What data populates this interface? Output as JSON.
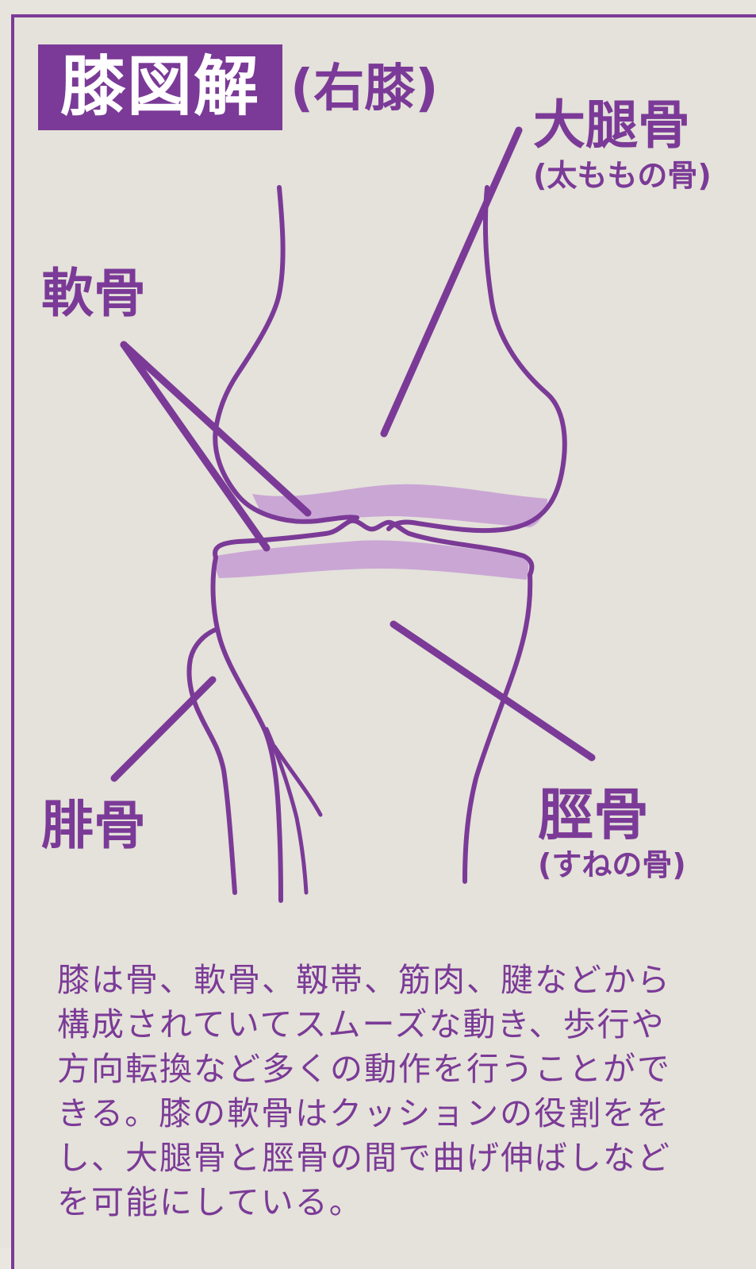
{
  "title": {
    "main": "膝図解",
    "sub": "(右膝)"
  },
  "labels": {
    "femur": "大腿骨",
    "femur_note": "(太ももの骨)",
    "cartilage": "軟骨",
    "fibula": "腓骨",
    "tibia": "脛骨",
    "tibia_note": "(すねの骨)"
  },
  "caption_lines": [
    "膝は骨、軟骨、靱帯、筋肉、腱などから",
    "構成されていてスムーズな動き、歩行や",
    "方向転換など多くの動作を行うことがで",
    "きる。膝の軟骨はクッションの役割をを",
    "し、大腿骨と脛骨の間で曲げ伸ばしなど",
    "を可能にしている。"
  ],
  "colors": {
    "accent": "#7b3a97",
    "cartilage_fill": "#c69bd3",
    "paper": "#e6e4dc"
  }
}
